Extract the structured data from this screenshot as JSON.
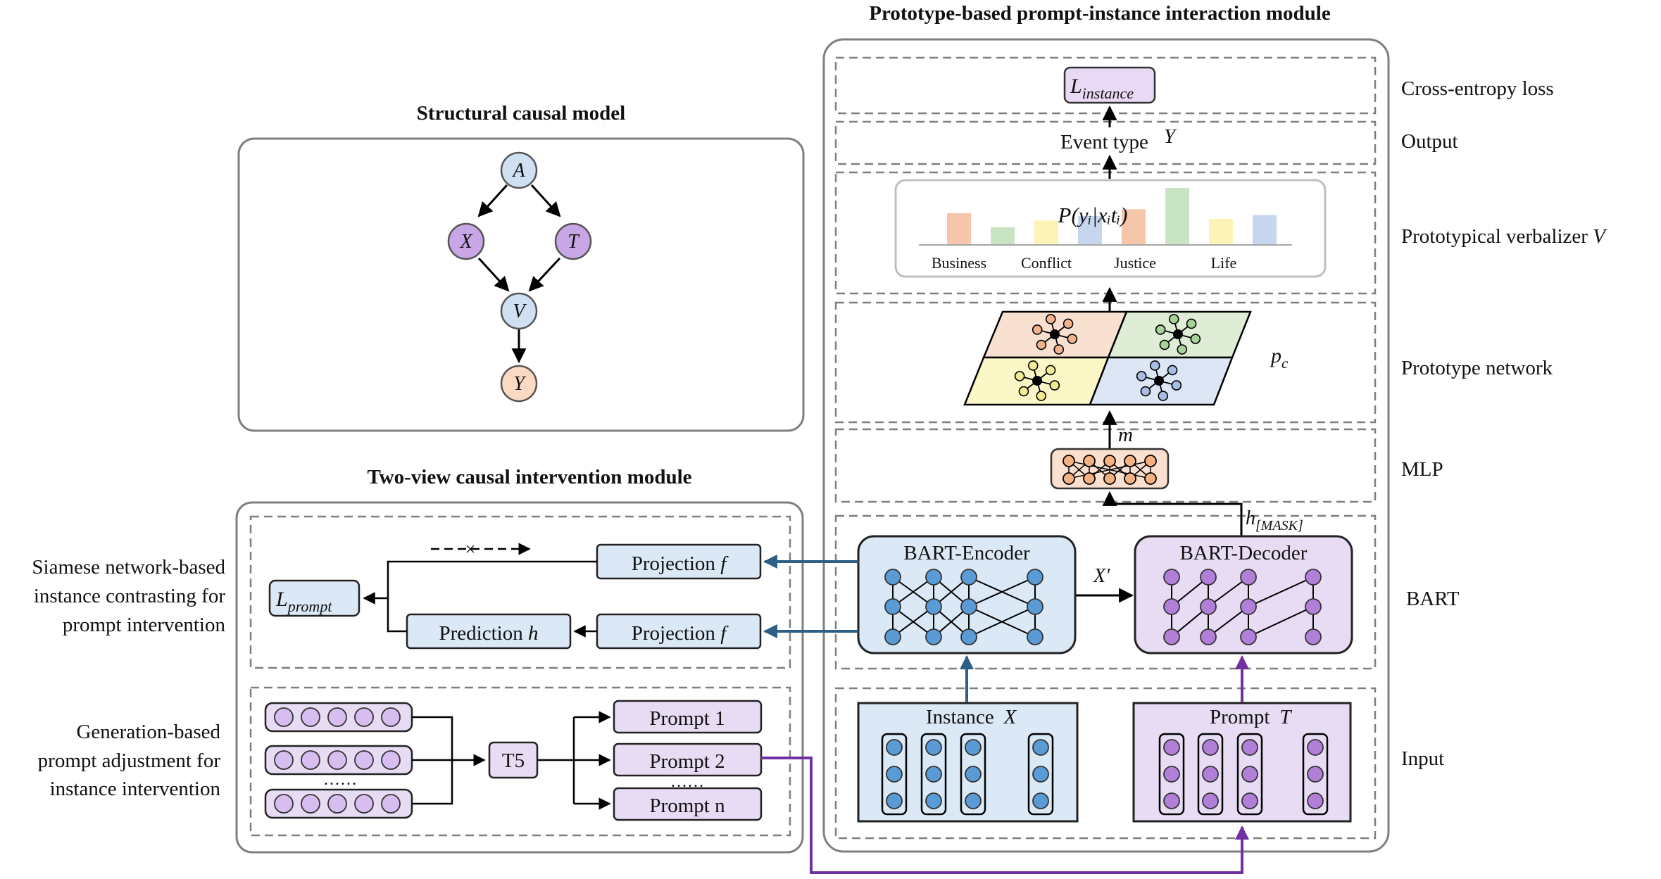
{
  "titles": {
    "prototype_module": "Prototype-based prompt-instance interaction module",
    "scm": "Structural causal model",
    "two_view": "Two-view causal intervention module"
  },
  "scm": {
    "nodes": {
      "A": "A",
      "X": "X",
      "T": "T",
      "V": "V",
      "Y": "Y"
    }
  },
  "right_labels": {
    "loss": "Cross-entropy loss",
    "output": "Output",
    "verbalizer_prefix": "Prototypical verbalizer ",
    "verbalizer_var": "V",
    "prototype": "Prototype network",
    "mlp": "MLP",
    "bart": "BART",
    "input": "Input"
  },
  "loss_box": {
    "main": "L",
    "sub": "instance"
  },
  "output": {
    "label": "Event type",
    "var": "Y"
  },
  "verbalizer": {
    "formula": "P(yᵢ|xᵢtᵢ)",
    "categories": [
      "Business",
      "Conflict",
      "Justice",
      "Life"
    ],
    "bars": [
      {
        "value": 0.55,
        "color": "#f5c6a9"
      },
      {
        "value": 0.3,
        "color": "#c9e4c2"
      },
      {
        "value": 0.42,
        "color": "#fbf4b6"
      },
      {
        "value": 0.5,
        "color": "#c7d6ef"
      },
      {
        "value": 0.62,
        "color": "#f5c6a9"
      },
      {
        "value": 1.0,
        "color": "#c9e4c2"
      },
      {
        "value": 0.45,
        "color": "#fbf4b6"
      },
      {
        "value": 0.52,
        "color": "#c7d6ef"
      }
    ]
  },
  "prototype_network": {
    "var_main": "p",
    "var_sub": "c",
    "quadrants": [
      {
        "fill": "#f9e1d2",
        "node_color": "#f2b38e"
      },
      {
        "fill": "#dfedd6",
        "node_color": "#a9d19a"
      },
      {
        "fill": "#fcf7c6",
        "node_color": "#f4ea95"
      },
      {
        "fill": "#dde6f5",
        "node_color": "#a7bde3"
      }
    ]
  },
  "mlp": {
    "var": "m"
  },
  "h_mask": {
    "main": "h",
    "sub": "[MASK]"
  },
  "bart": {
    "encoder": "BART-Encoder",
    "decoder": "BART-Decoder",
    "x_prime": "X′"
  },
  "input": {
    "instance_label": "Instance",
    "instance_var": "X",
    "prompt_label": "Prompt",
    "prompt_var": "T"
  },
  "siamese": {
    "label_lines": [
      "Siamese network-based",
      "instance contrasting for",
      "prompt intervention"
    ],
    "projection1": {
      "text": "Projection ",
      "var": "f"
    },
    "projection2": {
      "text": "Projection ",
      "var": "f"
    },
    "prediction": {
      "text": "Prediction ",
      "var": "h"
    },
    "loss": {
      "main": "L",
      "sub": "prompt"
    },
    "stop_grad": "×"
  },
  "generation": {
    "label_lines": [
      "Generation-based",
      "prompt adjustment for",
      "instance intervention"
    ],
    "t5": "T5",
    "prompts": [
      "Prompt 1",
      "Prompt 2",
      "Prompt n"
    ],
    "dots_left": "……",
    "dots_right": "……"
  },
  "colors": {
    "blue_fill": "#dbe8f5",
    "blue_node": "#5b9bd5",
    "purple_fill": "#e7dcf3",
    "purple_node": "#b27fd8",
    "orange_node": "#f4b183",
    "peach": "#fbe0cf",
    "arrow_blue": "#2e5f86",
    "arrow_purple": "#7030a0",
    "dash": "#7f7f7f"
  }
}
